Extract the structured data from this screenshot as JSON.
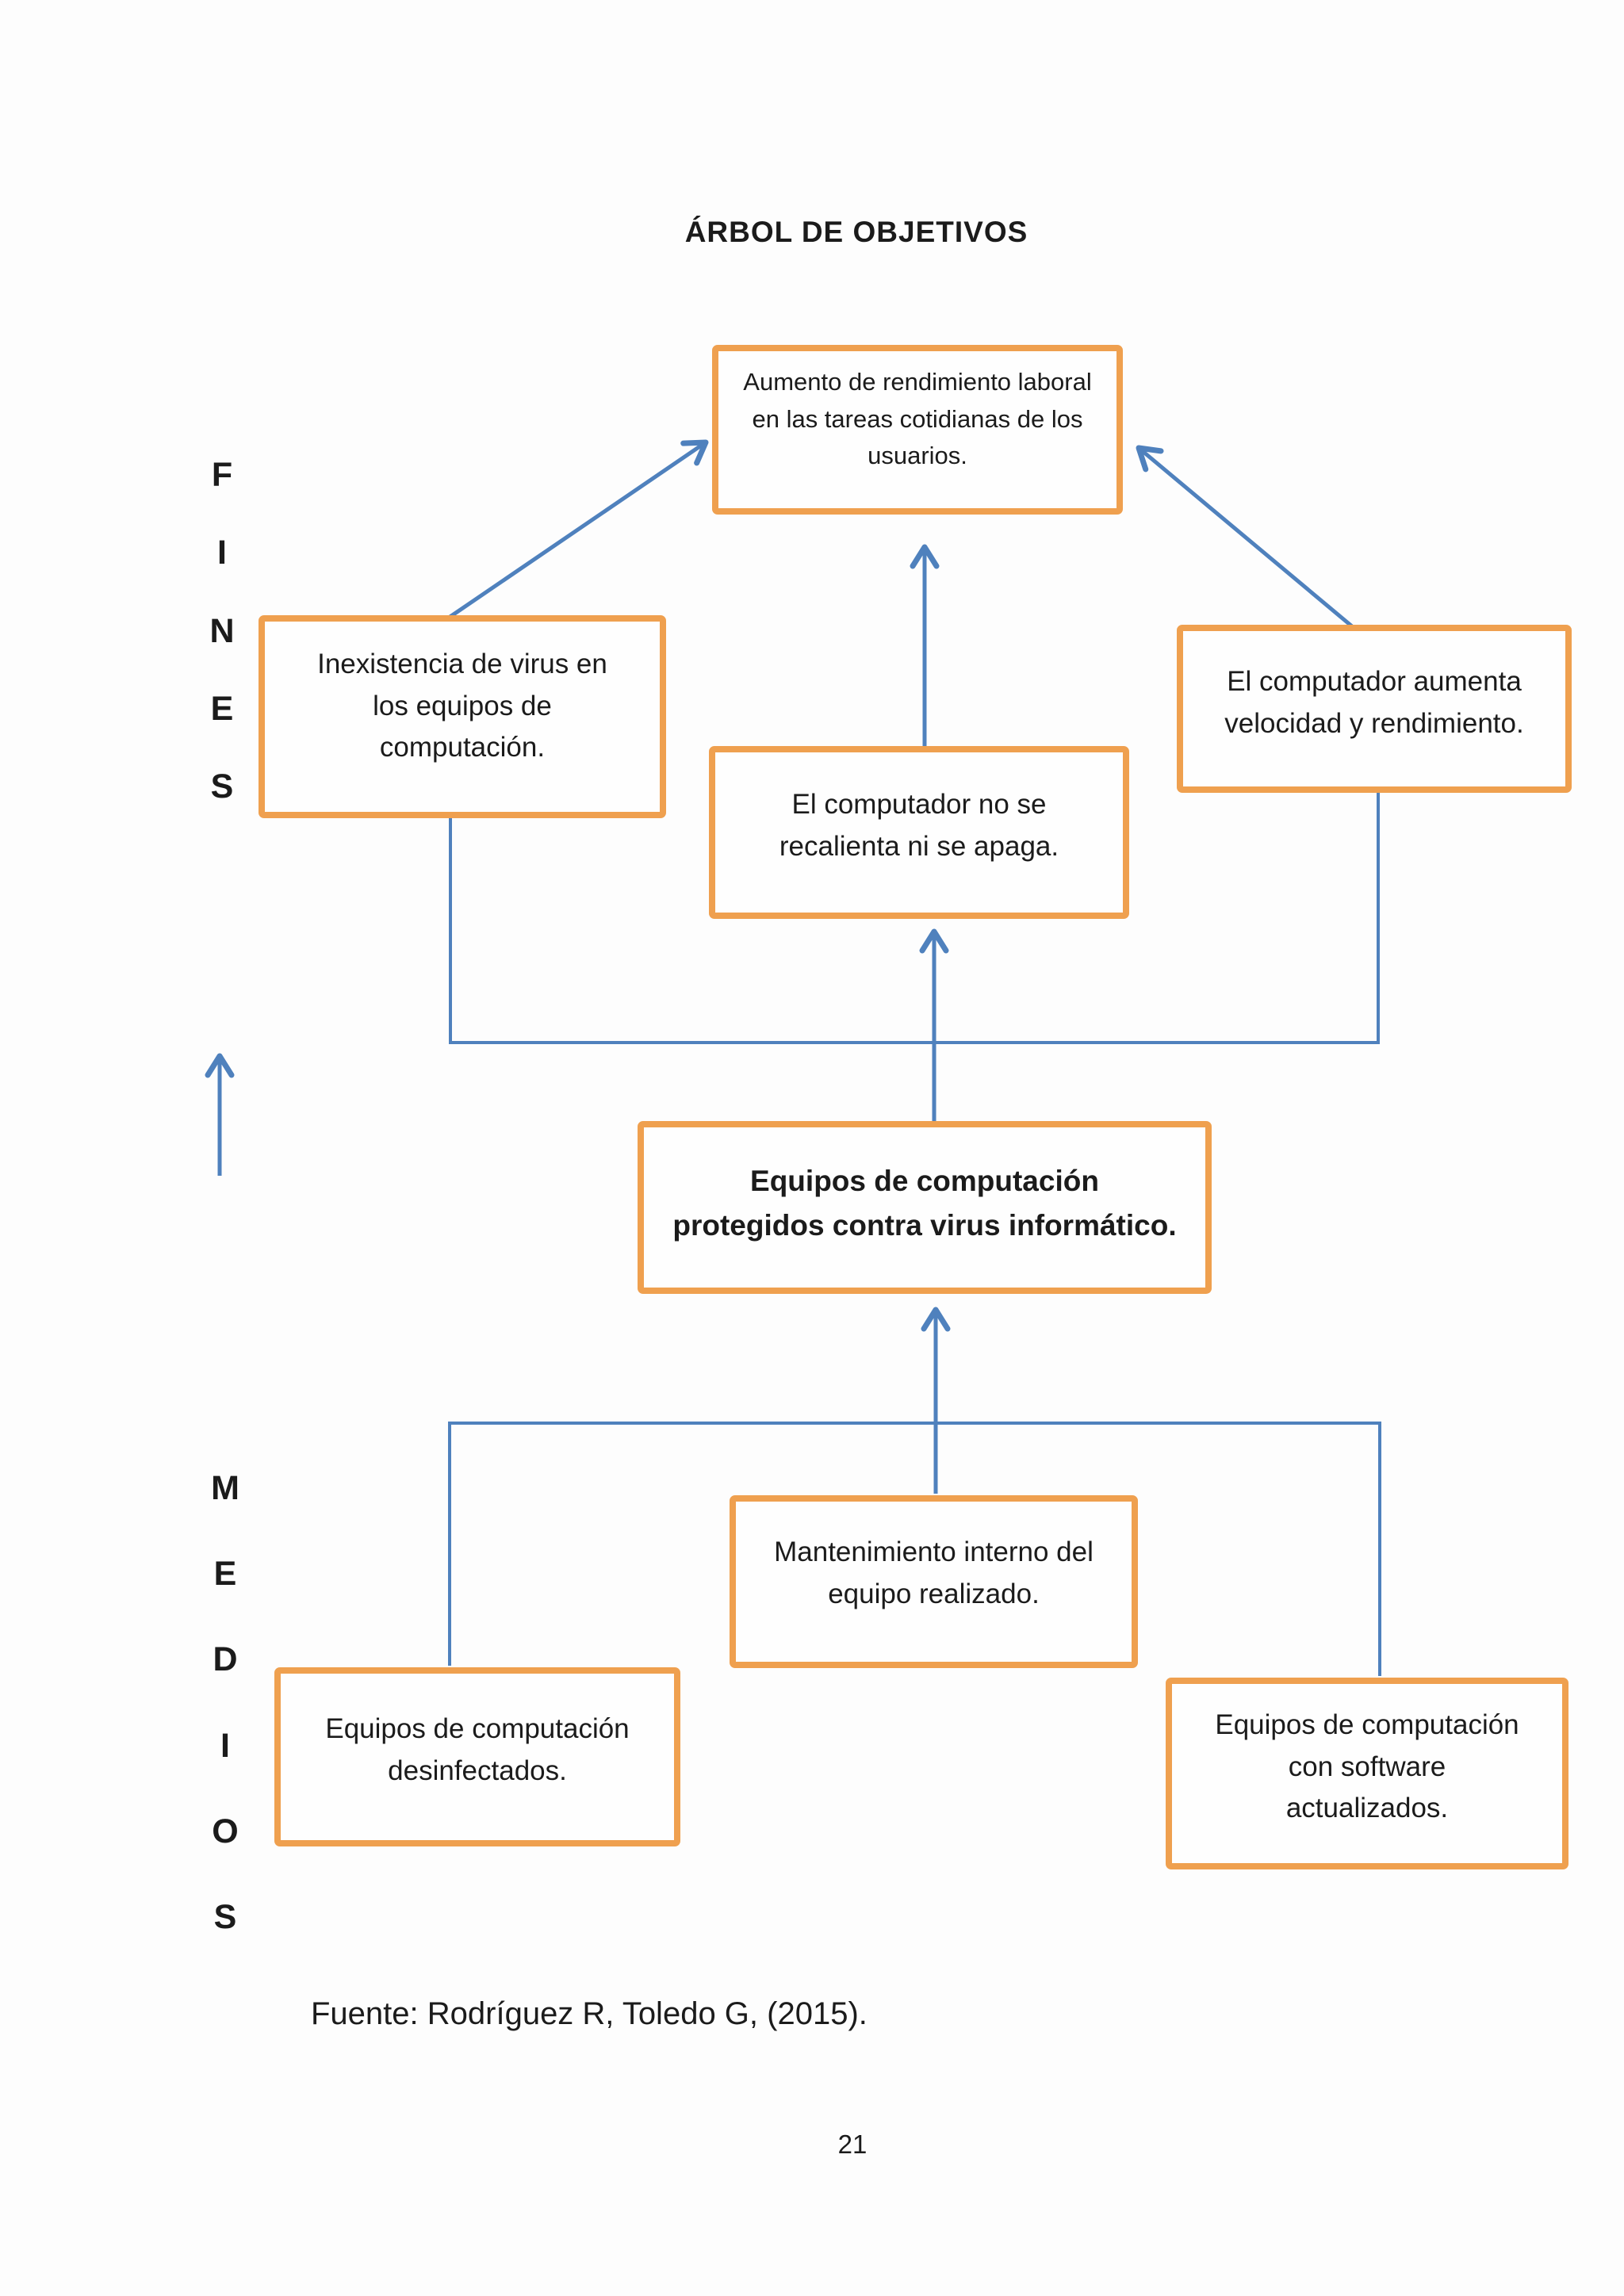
{
  "title": "ÁRBOL DE OBJETIVOS",
  "side_labels": {
    "fines": [
      "F",
      "I",
      "N",
      "E",
      "S"
    ],
    "medios": [
      "M",
      "E",
      "D",
      "I",
      "O",
      "S"
    ]
  },
  "boxes": {
    "goal_top": "Aumento de rendimiento laboral\nen las tareas cotidianas de los\nusuarios.",
    "fine_left": "Inexistencia de virus en\nlos equipos de\ncomputación.",
    "fine_right": "El computador aumenta\nvelocidad y rendimiento.",
    "fine_middle": "El computador no se\nrecalienta ni se apaga.",
    "objective_central": "Equipos de computación\nprotegidos contra virus informático.",
    "medio_maintenance": "Mantenimiento interno del\nequipo realizado.",
    "medio_left": "Equipos de computación\ndesinfectados.",
    "medio_right": "Equipos de computación\ncon software\nactualizados."
  },
  "footer": {
    "source": "Fuente: Rodríguez R, Toledo G, (2015).",
    "page_number": "21"
  },
  "colors": {
    "box_border": "#EFA04F",
    "connector_blue": "#4F81BD",
    "text": "#1B1B1B",
    "background": "#FDFDFD"
  }
}
